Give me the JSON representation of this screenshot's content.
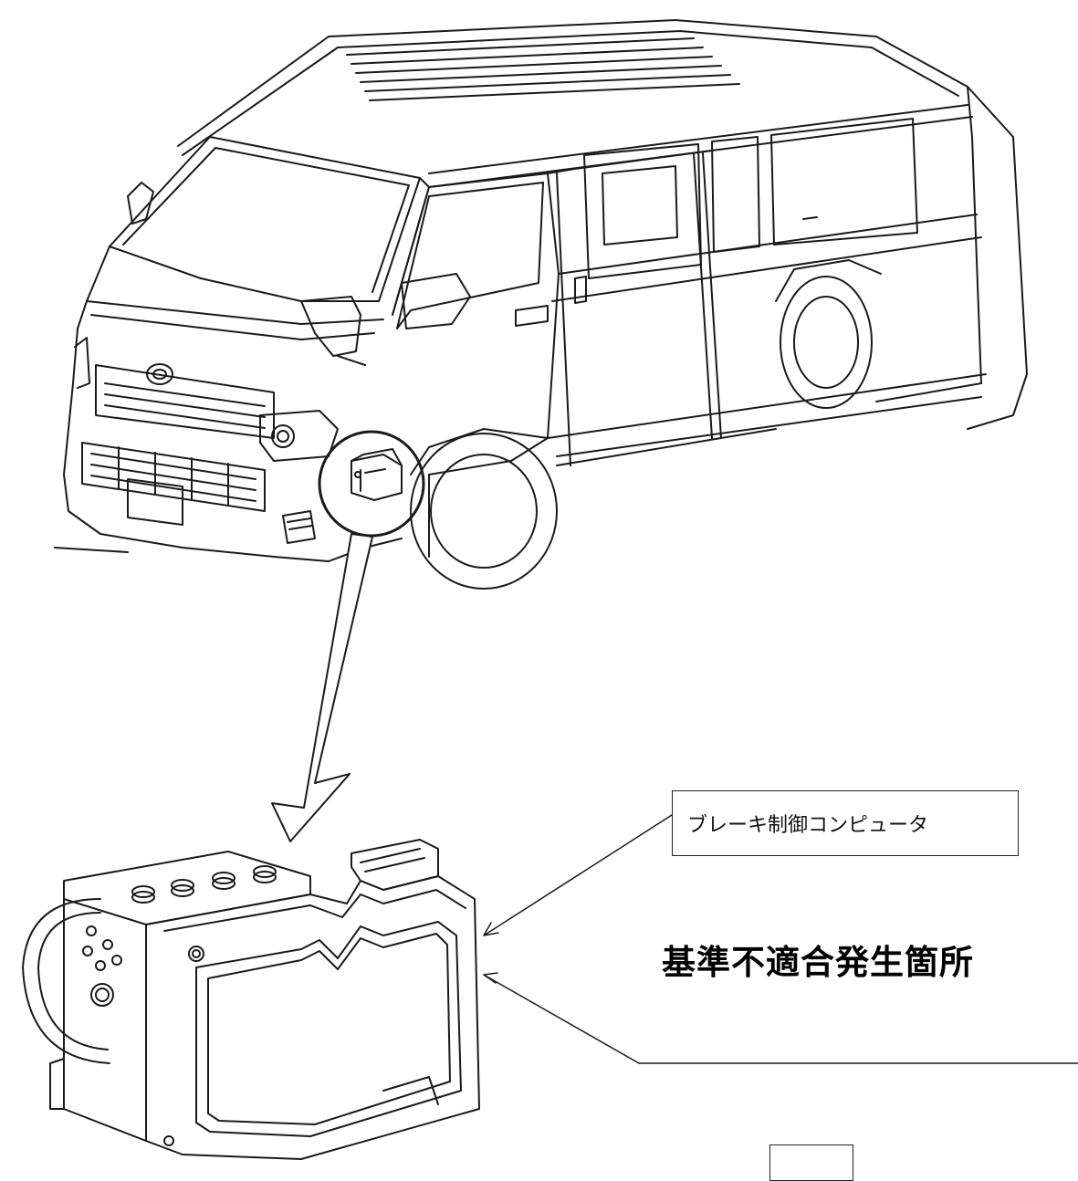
{
  "callouts": {
    "component_label": "ブレーキ制御コンピュータ",
    "defect_location_label": "基準不適合発生箇所"
  },
  "colors": {
    "line": "#1a1a1a",
    "background": "#ffffff"
  },
  "icons": {
    "vehicle": "van-illustration",
    "component": "brake-control-unit-illustration"
  }
}
